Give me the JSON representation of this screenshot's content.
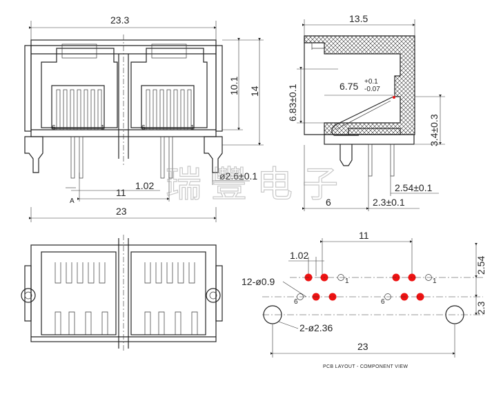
{
  "watermark": "瑞豐电子",
  "front_view": {
    "dims": {
      "overall_width": "23.3",
      "height_total": "14",
      "height_body": "10.1",
      "width_bottom": "23",
      "pitch": "11",
      "pin_pitch": "1.02",
      "peg": "ø2.6±0.1"
    },
    "section_mark": "A",
    "pin_labels": {
      "left": "6",
      "right": "1"
    }
  },
  "side_view": {
    "dims": {
      "depth": "13.5",
      "inner": "6.75",
      "tol_plus": "+0.1",
      "tol_minus": "-0.07",
      "height_left": "6.83±0.1",
      "height_right": "3.4±0.3",
      "row_spacing": "2.54±0.1",
      "pin_offset": "2.3±0.1",
      "left_offset": "6"
    }
  },
  "pcb_layout": {
    "dims": {
      "pitch": "11",
      "pin_pitch": "1.02",
      "holes": "12-ø0.9",
      "pegs": "2-ø2.36",
      "width": "23",
      "row": "2.54",
      "offset": "2.3"
    },
    "pin_labels": {
      "left": "6",
      "right": "1"
    },
    "caption": "PCB LAYOUT - COMPONENT VIEW",
    "pad_color": "#ee1111"
  }
}
